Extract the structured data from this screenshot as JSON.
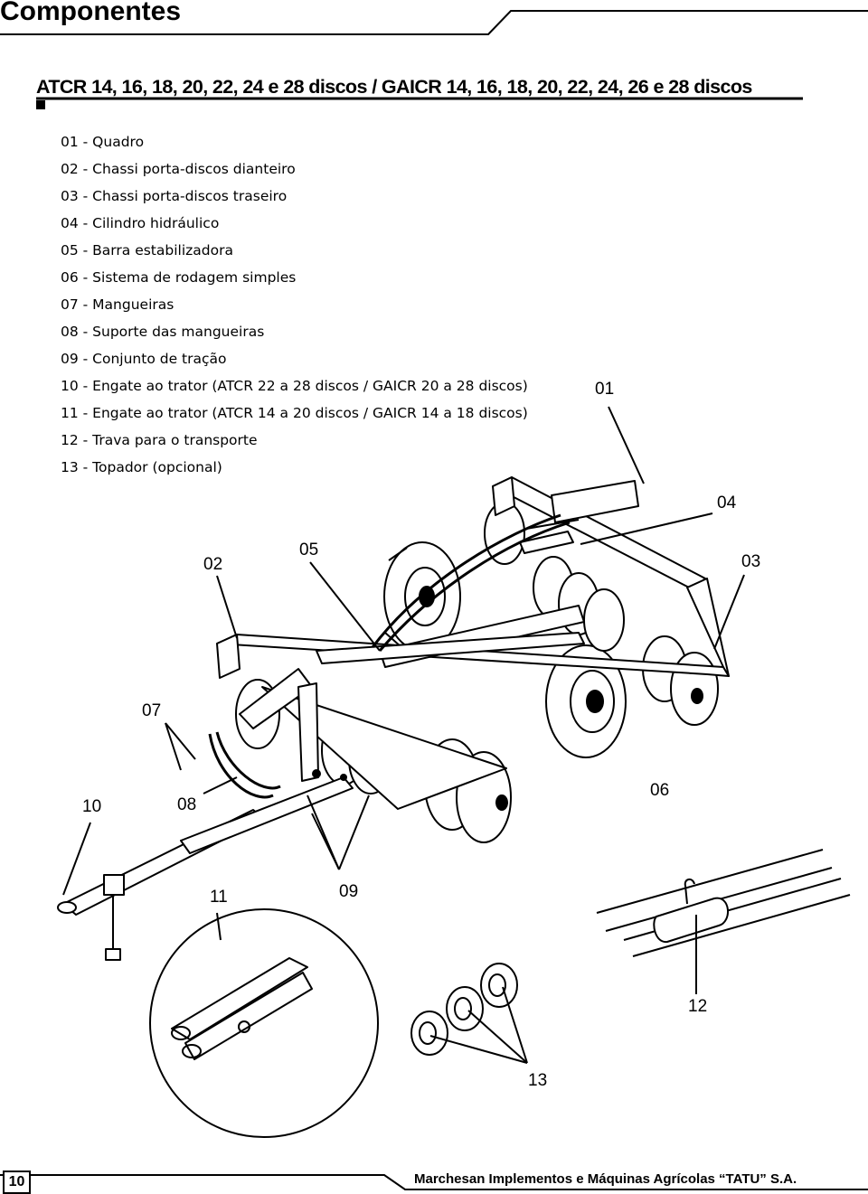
{
  "page": {
    "title": "Componentes",
    "subtitle": "ATCR 14, 16, 18, 20, 22, 24 e 28 discos / GAICR 14, 16, 18, 20, 22, 24, 26 e 28 discos"
  },
  "parts": [
    "01 - Quadro",
    "02 - Chassi porta-discos dianteiro",
    "03 - Chassi porta-discos traseiro",
    "04 - Cilindro hidráulico",
    "05 - Barra estabilizadora",
    "06 - Sistema de rodagem simples",
    "07 - Mangueiras",
    "08 - Suporte das mangueiras",
    "09 - Conjunto de tração",
    "10 - Engate ao trator (ATCR 22 a 28 discos / GAICR 20 a 28 discos)",
    "11 - Engate ao trator (ATCR 14 a 20 discos / GAICR 14 a 18 discos)",
    "12 - Trava para o transporte",
    "13 - Topador (opcional)"
  ],
  "callouts": {
    "c01": "01",
    "c02": "02",
    "c03": "03",
    "c04": "04",
    "c05": "05",
    "c06": "06",
    "c07": "07",
    "c08": "08",
    "c09": "09",
    "c10": "10",
    "c11": "11",
    "c12": "12",
    "c13": "13"
  },
  "footer": {
    "page_number": "10",
    "company": "Marchesan Implementos e Máquinas Agrícolas “TATU” S.A."
  }
}
